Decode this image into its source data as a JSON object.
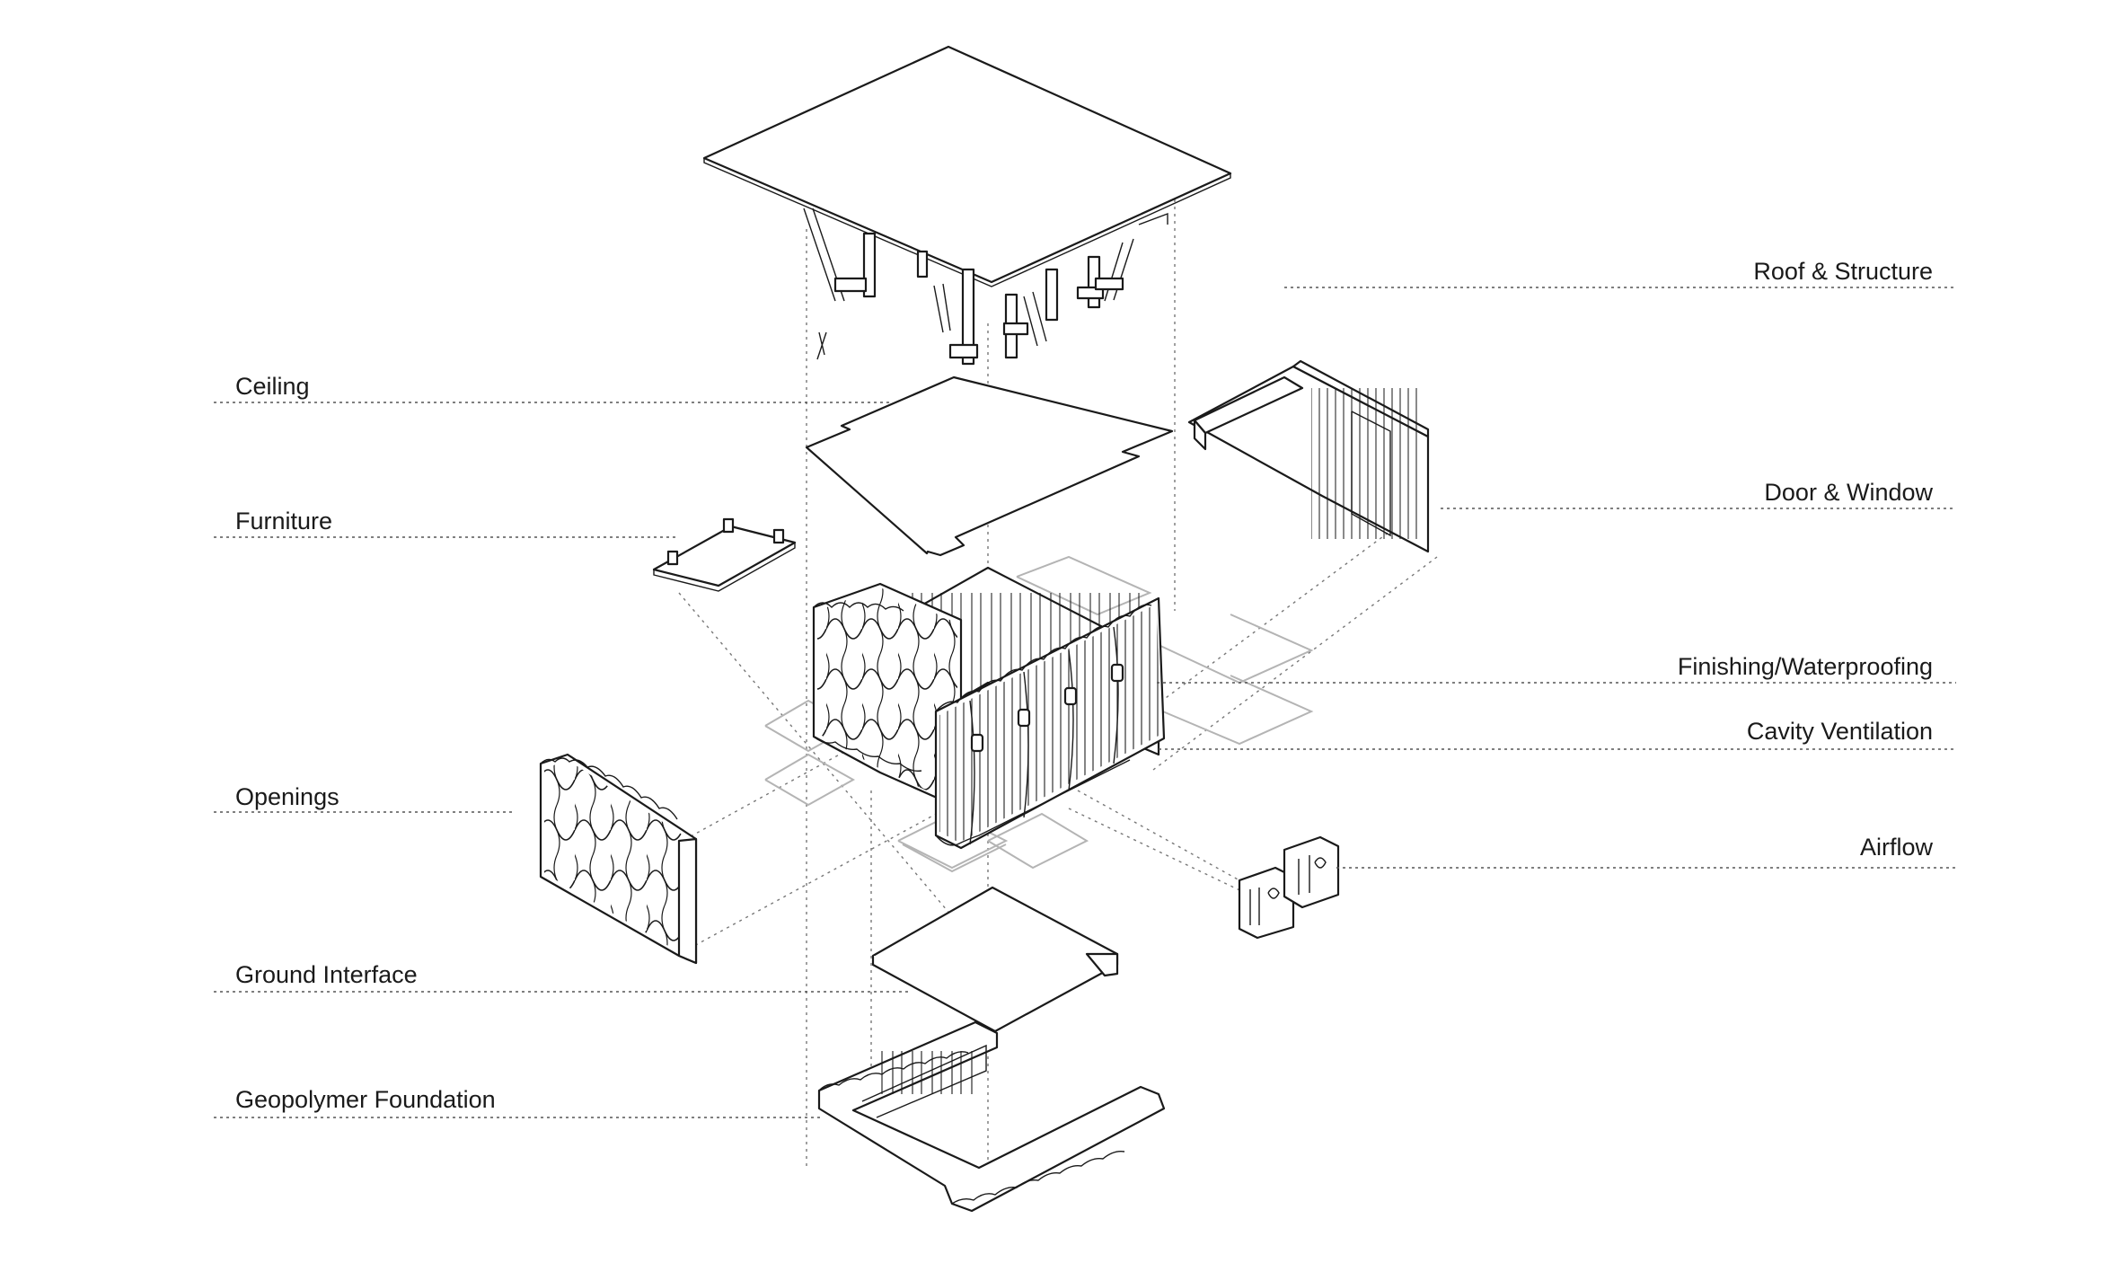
{
  "labels": {
    "roof_structure": "Roof & Structure",
    "ceiling": "Ceiling",
    "door_window": "Door & Window",
    "furniture": "Furniture",
    "finishing_waterproofing": "Finishing/Waterproofing",
    "cavity_ventilation": "Cavity Ventilation",
    "openings": "Openings",
    "airflow": "Airflow",
    "ground_interface": "Ground Interface",
    "geopolymer_foundation": "Geopolymer Foundation"
  },
  "colors": {
    "line": "#1a1a1a",
    "leader": "#555555",
    "background": "#ffffff"
  }
}
